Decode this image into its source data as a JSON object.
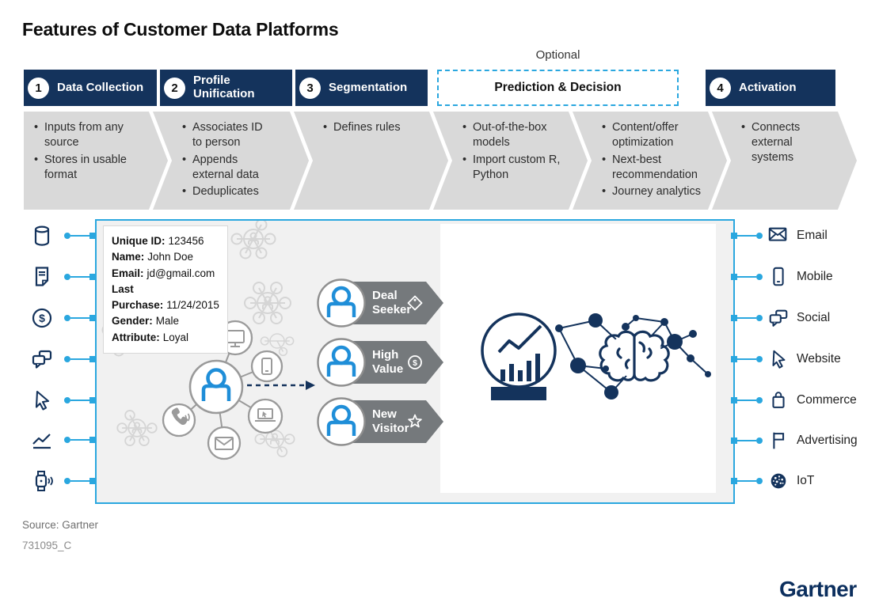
{
  "title": "Features of Customer Data Platforms",
  "flow": {
    "optional_label": "Optional",
    "headers": [
      {
        "number": "1",
        "label": "Data Collection"
      },
      {
        "number": "2",
        "label": "Profile Unification"
      },
      {
        "number": "3",
        "label": "Segmentation"
      },
      {
        "number": "",
        "label": "Prediction & Decision"
      },
      {
        "number": "4",
        "label": "Activation"
      }
    ],
    "chevrons": [
      {
        "bullets": [
          "Inputs from any source",
          "Stores in usable format"
        ]
      },
      {
        "bullets": [
          "Associates ID to person",
          "Appends external data",
          "Deduplicates"
        ]
      },
      {
        "bullets": [
          "Defines rules"
        ]
      },
      {
        "bullets": [
          "Out-of-the-box models",
          "Import custom R, Python"
        ]
      },
      {
        "bullets": [
          "Content/offer optimization",
          "Next-best recommendation",
          "Journey analytics"
        ]
      },
      {
        "bullets": [
          "Connects external systems"
        ]
      }
    ]
  },
  "diagram": {
    "sources": [
      {
        "icon": "database-icon"
      },
      {
        "icon": "document-icon"
      },
      {
        "icon": "dollar-icon"
      },
      {
        "icon": "chat-icon"
      },
      {
        "icon": "cursor-icon"
      },
      {
        "icon": "line-chart-icon"
      },
      {
        "icon": "smartwatch-icon"
      }
    ],
    "profile_card": {
      "fields": [
        {
          "label": "Unique ID:",
          "value": "123456"
        },
        {
          "label": "Name:",
          "value": "John Doe"
        },
        {
          "label": "Email:",
          "value": "jd@gmail.com"
        },
        {
          "label": "Last Purchase:",
          "value": "11/24/2015"
        },
        {
          "label": "Gender:",
          "value": "Male"
        },
        {
          "label": "Attribute:",
          "value": "Loyal"
        }
      ]
    },
    "segments": [
      {
        "label": "Deal Seeker",
        "icon": "price-tag-icon"
      },
      {
        "label": "High Value",
        "icon": "dollar-badge-icon"
      },
      {
        "label": "New Visitor",
        "icon": "star-icon"
      }
    ],
    "analytics_icons": [
      {
        "icon": "predictive-chart-icon"
      },
      {
        "icon": "ai-brain-network-icon"
      }
    ],
    "channels": [
      {
        "label": "Email",
        "icon": "email-icon"
      },
      {
        "label": "Mobile",
        "icon": "mobile-icon"
      },
      {
        "label": "Social",
        "icon": "social-chat-icon"
      },
      {
        "label": "Website",
        "icon": "website-cursor-icon"
      },
      {
        "label": "Commerce",
        "icon": "shopping-bag-icon"
      },
      {
        "label": "Advertising",
        "icon": "flag-icon"
      },
      {
        "label": "IoT",
        "icon": "iot-sphere-icon"
      }
    ]
  },
  "footer": {
    "source": "Source: Gartner",
    "code": "731095_C",
    "logo": "Gartner"
  },
  "colors": {
    "navy": "#14335c",
    "accent_cyan": "#2aa7df",
    "person_blue": "#1f8ed8",
    "chevron_gray": "#d9d9d9",
    "tag_gray": "#75797c"
  }
}
